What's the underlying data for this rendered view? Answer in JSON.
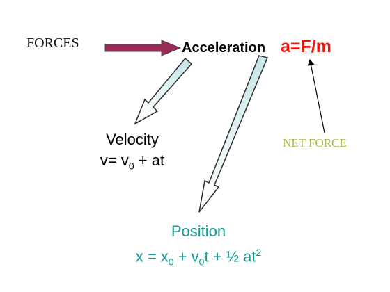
{
  "labels": {
    "forces": "FORCES",
    "acceleration": "Acceleration",
    "formula": "a=F/m",
    "net_force": "NET FORCE"
  },
  "velocity": {
    "title": "Velocity",
    "eq_prefix": "v= v",
    "eq_sub": "0",
    "eq_suffix": " + at"
  },
  "position": {
    "title": "Position",
    "eq_a": "x = x",
    "eq_sub1": "0",
    "eq_b": " + v",
    "eq_sub2": "0",
    "eq_c": "t + ½ at",
    "eq_sup": "2"
  },
  "colors": {
    "forces_arrow": "#9b2a5a",
    "hollow_arrow_fill_top": "#c6e6e8",
    "hollow_arrow_fill_bottom": "#ffffff",
    "formula": "#e8170e",
    "net_force": "#9fbf3a",
    "position": "#0e9b94"
  }
}
